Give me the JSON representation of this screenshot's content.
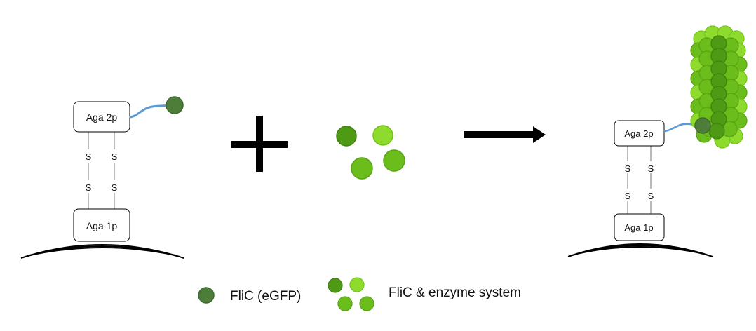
{
  "left_construct": {
    "top_box_label": "Aga 2p",
    "bottom_box_label": "Aga 1p",
    "bond_labels": [
      "S",
      "S",
      "S",
      "S"
    ]
  },
  "right_construct": {
    "top_box_label": "Aga 2p",
    "bottom_box_label": "Aga 1p",
    "bond_labels": [
      "S",
      "S",
      "S",
      "S"
    ]
  },
  "legend": {
    "flic_egfp_label": "FliC (eGFP)",
    "flic_enzyme_label": "FliC & enzyme system"
  },
  "colors": {
    "flic_egfp": "#4e7d3a",
    "green_dark": "#4f9a14",
    "green_mid": "#6bbd1c",
    "green_light": "#8edb2e",
    "linker": "#5a9bd5",
    "arrow": "#000000"
  },
  "icons": [
    "plus-sign",
    "reaction-arrow"
  ]
}
